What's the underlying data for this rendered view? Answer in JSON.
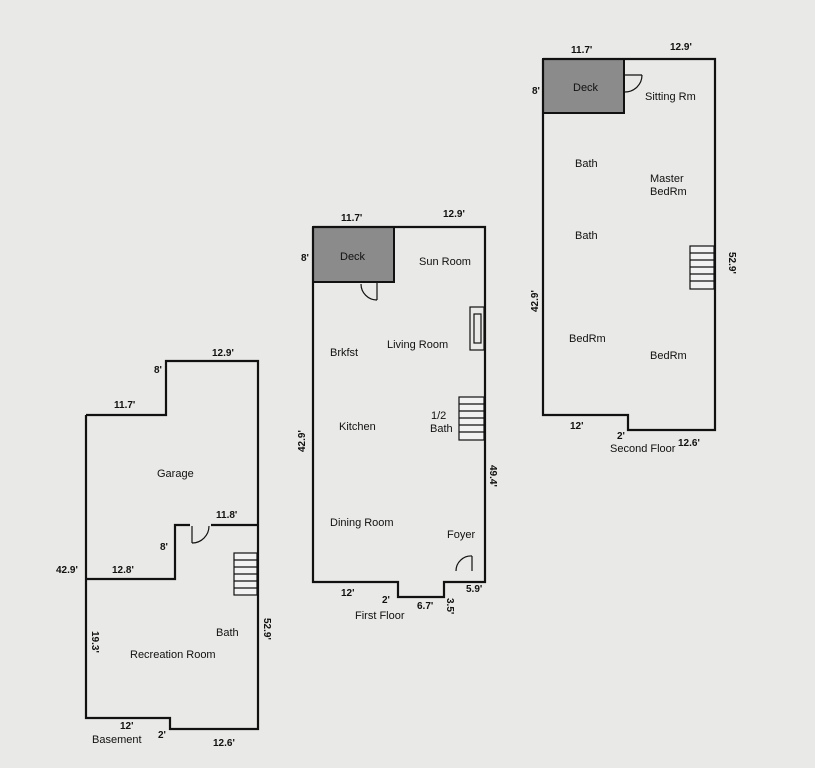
{
  "colors": {
    "background": "#e9e9e7",
    "wall": "#111111",
    "deck": "#8b8b8b"
  },
  "basement": {
    "title": "Basement",
    "rooms": [
      "Garage",
      "Recreation Room",
      "Bath"
    ],
    "dims": [
      "12.9'",
      "8'",
      "11.7'",
      "11.8'",
      "8'",
      "42.9'",
      "12.8'",
      "19.3'",
      "52.9'",
      "12'",
      "2'",
      "12.6'"
    ]
  },
  "first_floor": {
    "title": "First Floor",
    "rooms": [
      "Deck",
      "Sun Room",
      "Living Room",
      "Brkfst",
      "Kitchen",
      "1/2",
      "Bath",
      "Dining Room",
      "Foyer"
    ],
    "dims": [
      "11.7'",
      "12.9'",
      "8'",
      "42.9'",
      "49.4'",
      "12'",
      "2'",
      "6.7'",
      "3.5'",
      "5.9'"
    ]
  },
  "second_floor": {
    "title": "Second Floor",
    "rooms": [
      "Deck",
      "Sitting Rm",
      "Bath",
      "Master",
      "BedRm",
      "Bath",
      "BedRm",
      "BedRm"
    ],
    "dims": [
      "11.7'",
      "12.9'",
      "8'",
      "42.9'",
      "52.9'",
      "12'",
      "2'",
      "12.6'"
    ]
  }
}
